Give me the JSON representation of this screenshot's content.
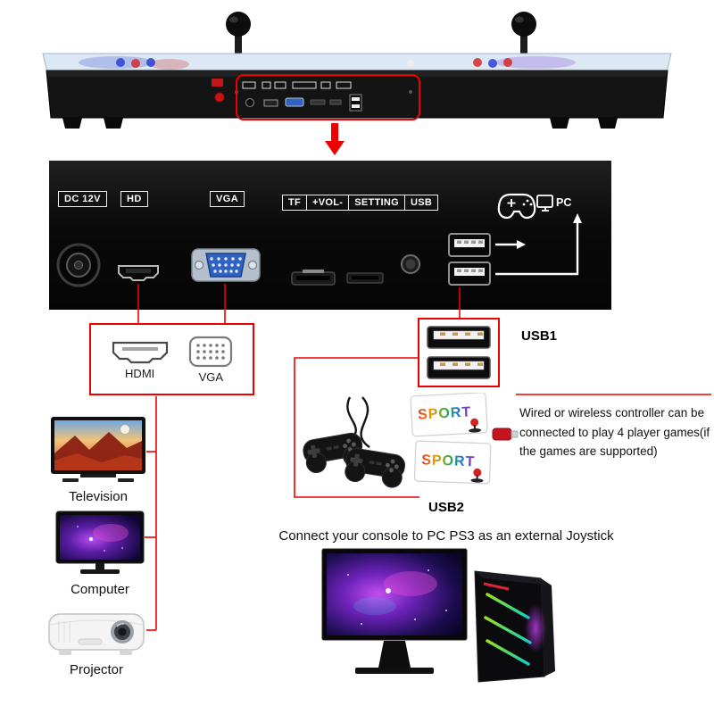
{
  "colors": {
    "accent_red": "#ee0000",
    "panel_black": "#0a0a0a",
    "vga_blue": "#2f62c4",
    "neon_green": "#9ef01e",
    "galaxy_purple": "#7b2bbf"
  },
  "panel": {
    "labels": {
      "dc": "DC 12V",
      "hd": "HD",
      "vga": "VGA",
      "tf": "TF",
      "vol": "+VOL-",
      "setting": "SETTING",
      "usb": "USB",
      "pc": "PC"
    }
  },
  "av_box": {
    "hdmi": "HDMI",
    "vga": "VGA"
  },
  "devices": {
    "tv": "Television",
    "computer": "Computer",
    "projector": "Projector"
  },
  "usb1": {
    "title": "USB1",
    "description": "Wired or wireless controller can be connected to play 4 player games(if the games are supported)"
  },
  "usb2": {
    "title": "USB2",
    "description": "Connect your console to PC PS3 as an external Joystick"
  },
  "sport_box": {
    "label": "SPORT"
  },
  "icons": {
    "gamepad": "gamepad-icon",
    "pc": "pc-icon",
    "hdmi": "hdmi-icon",
    "vga": "vga-icon",
    "usb_port": "usb-port-icon",
    "down_arrow": "arrow-down-icon"
  }
}
